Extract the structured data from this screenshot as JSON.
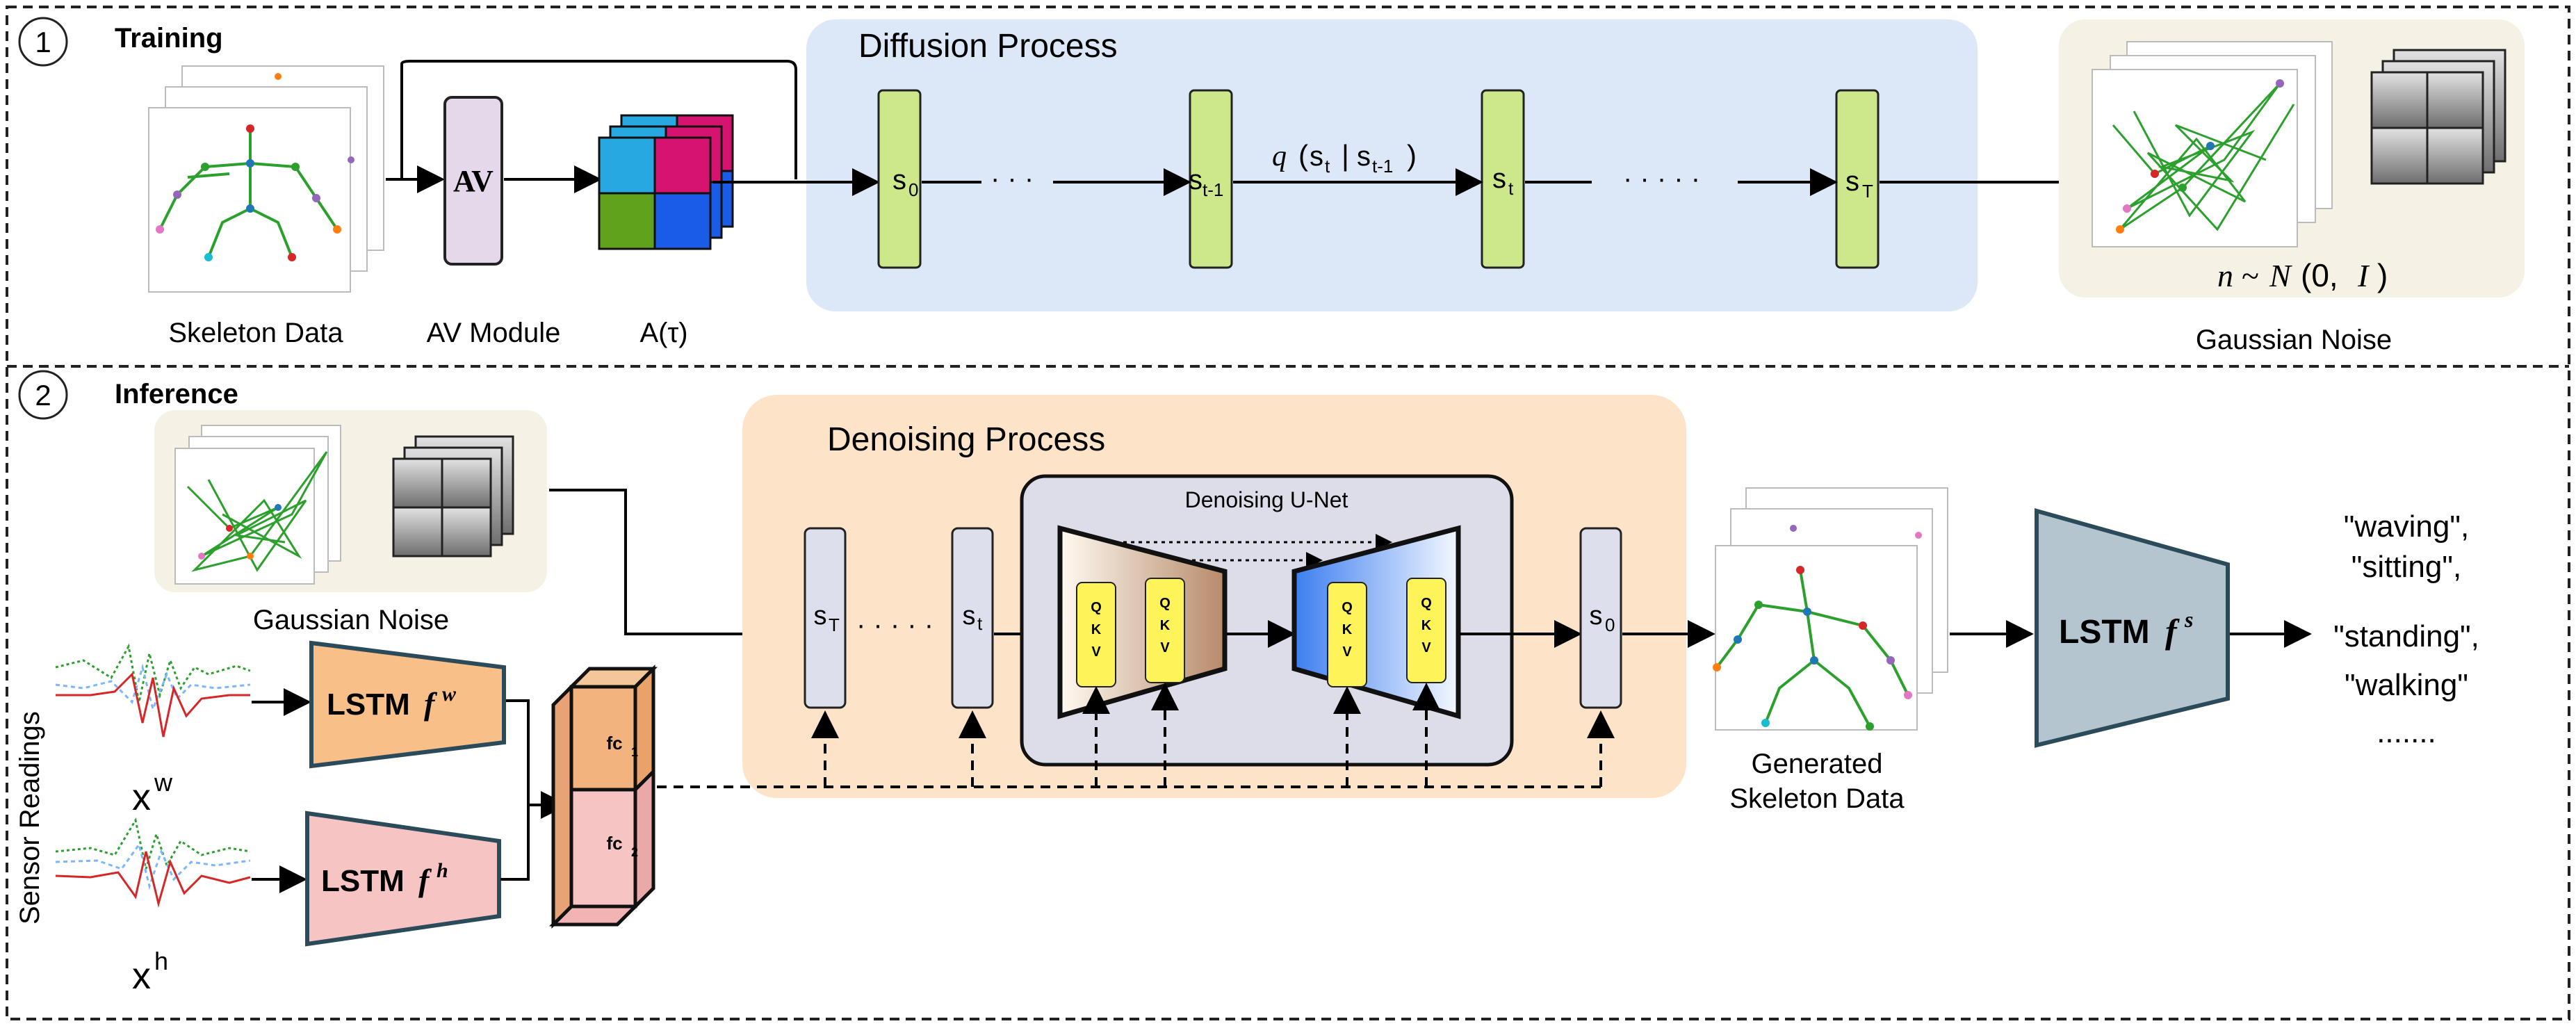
{
  "training": {
    "step_number": "1",
    "title": "Training",
    "skeleton_label": "Skeleton Data",
    "av_block": "AV",
    "av_label": "AV Module",
    "a_tau_label": "A(τ)",
    "diffusion_title": "Diffusion Process",
    "states": [
      "s",
      "s",
      "s",
      "s"
    ],
    "state_subs": [
      "0",
      "t-1",
      "t",
      "T"
    ],
    "transition": {
      "q": "q",
      "s1": "s",
      "s1_sub": "t",
      "sep": "|",
      "s2": "s",
      "s2_sub": "t-1"
    },
    "noise_formula": {
      "n": "n",
      "tilde": "~",
      "N": "N",
      "args": "(0, ",
      "I": "I",
      "close": ")"
    },
    "gaussian_label": "Gaussian Noise"
  },
  "inference": {
    "step_number": "2",
    "title": "Inference",
    "gaussian_label": "Gaussian Noise",
    "denoising_title": "Denoising Process",
    "unet_title": "Denoising U-Net",
    "states": [
      "s",
      "s",
      "s"
    ],
    "state_subs": [
      "T",
      "t",
      "0"
    ],
    "qkv_letters": [
      "Q",
      "K",
      "V"
    ],
    "sensor_readings_label": "Sensor Readings",
    "xw": {
      "base": "x",
      "sup": "w"
    },
    "xh": {
      "base": "x",
      "sup": "h"
    },
    "lstm_w": {
      "text": "LSTM",
      "f": "f",
      "sup": "w"
    },
    "lstm_h": {
      "text": "LSTM",
      "f": "f",
      "sup": "h"
    },
    "lstm_s": {
      "text": "LSTM",
      "f": "f",
      "sup": "s"
    },
    "fc1": {
      "base": "fc",
      "sub": "1"
    },
    "fc2": {
      "base": "fc",
      "sub": "2"
    },
    "generated_label_line1": "Generated",
    "generated_label_line2": "Skeleton Data",
    "activities": [
      "\"waving\",",
      "\"sitting\",",
      "\"standing\",",
      "\"walking\"",
      "......."
    ]
  },
  "colors": {
    "diffusion_bg": "#dce8f8",
    "denoising_bg": "#fde3c8",
    "noise_panel_bg": "#f5f1e4",
    "unet_bg": "#dcdde8",
    "state_green": "#cde88a",
    "state_gray": "#dde0ec",
    "qkv_yellow": "#fff35a",
    "lstm_orange": "#f8c088",
    "lstm_pink": "#f7c4c4",
    "lstm_slate": "#b4c5d0",
    "av_lavender": "#e4d8ea",
    "cube_cyan": "#27a8e0",
    "cube_magenta": "#d6136f",
    "cube_green": "#5fa31c",
    "cube_blue": "#1a5ce8"
  }
}
